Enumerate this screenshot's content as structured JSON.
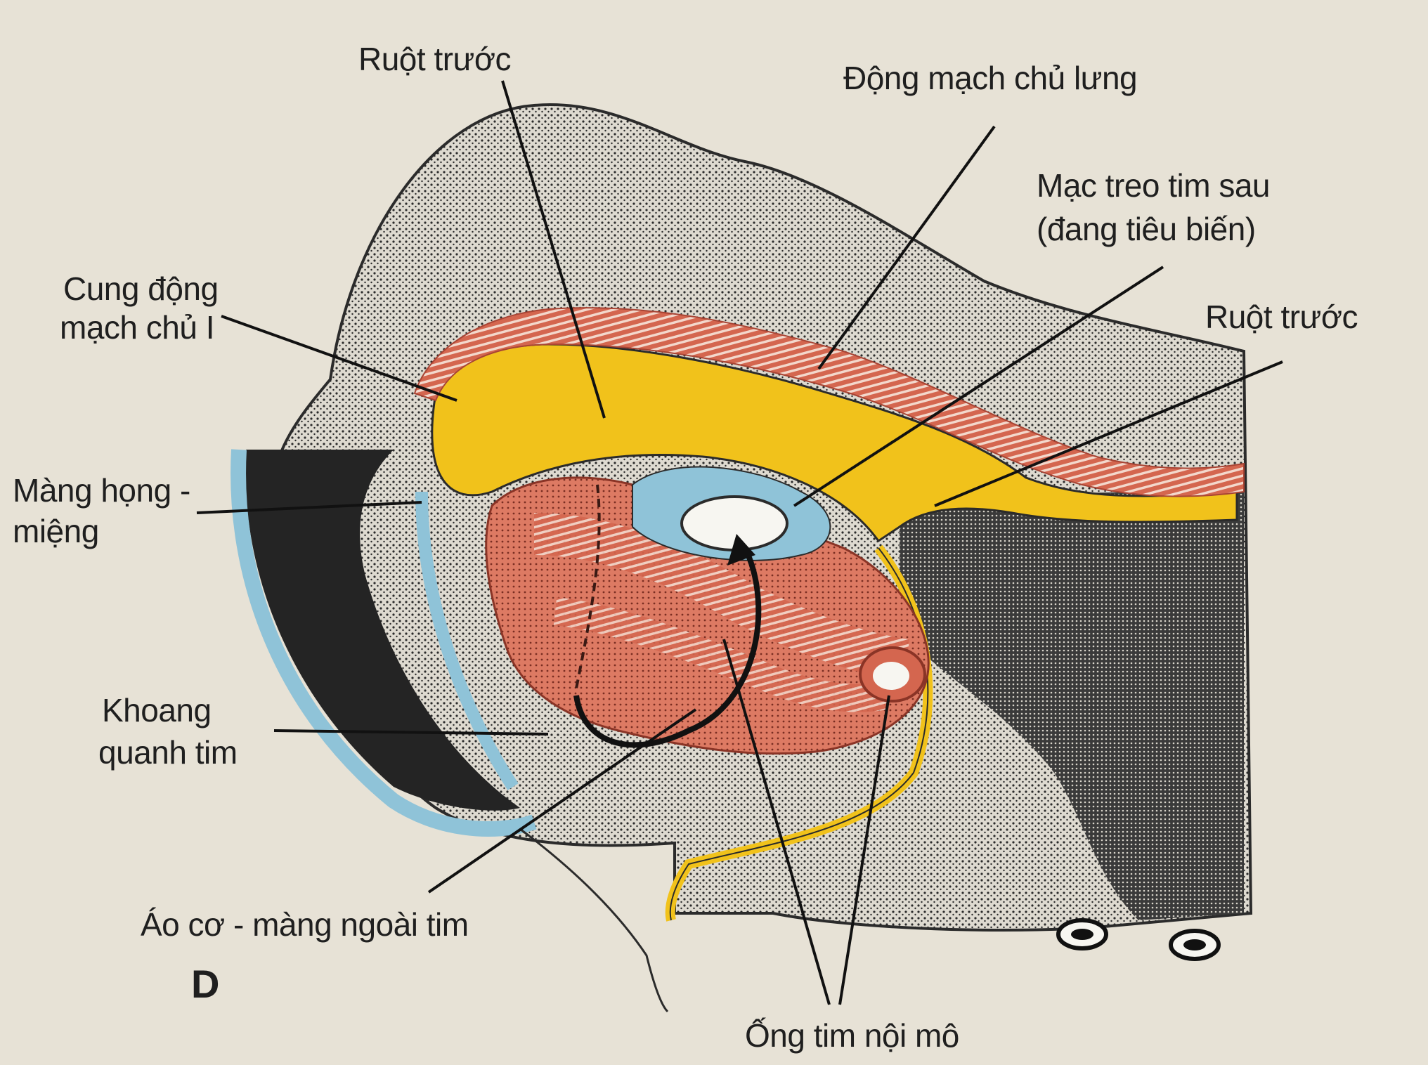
{
  "figure": {
    "panel_letter": "D",
    "colors": {
      "paper": "#e7e2d6",
      "stipple": "#2b2b2b",
      "yellow_endoderm": "#f1c21b",
      "red_myocardium": "#d4664f",
      "blue_pericardial": "#8fc3d8",
      "white": "#f7f6f1"
    }
  },
  "labels": {
    "ruot_truoc_top": "Ruột trước",
    "dong_mach_chu_lung": "Động mạch chủ lưng",
    "mac_treo_line1": "Mạc treo tim sau",
    "mac_treo_line2": "(đang tiêu biến)",
    "ruot_truoc_right": "Ruột trước",
    "cung_dong_line1": "Cung động",
    "cung_dong_line2": "mạch chủ I",
    "mang_hong_line1": "Màng họng -",
    "mang_hong_line2": "miệng",
    "khoang_line1": "Khoang",
    "khoang_line2": "quanh tim",
    "ao_co": "Áo cơ - màng ngoài tim",
    "ong_tim": "Ống tim nội mô"
  }
}
